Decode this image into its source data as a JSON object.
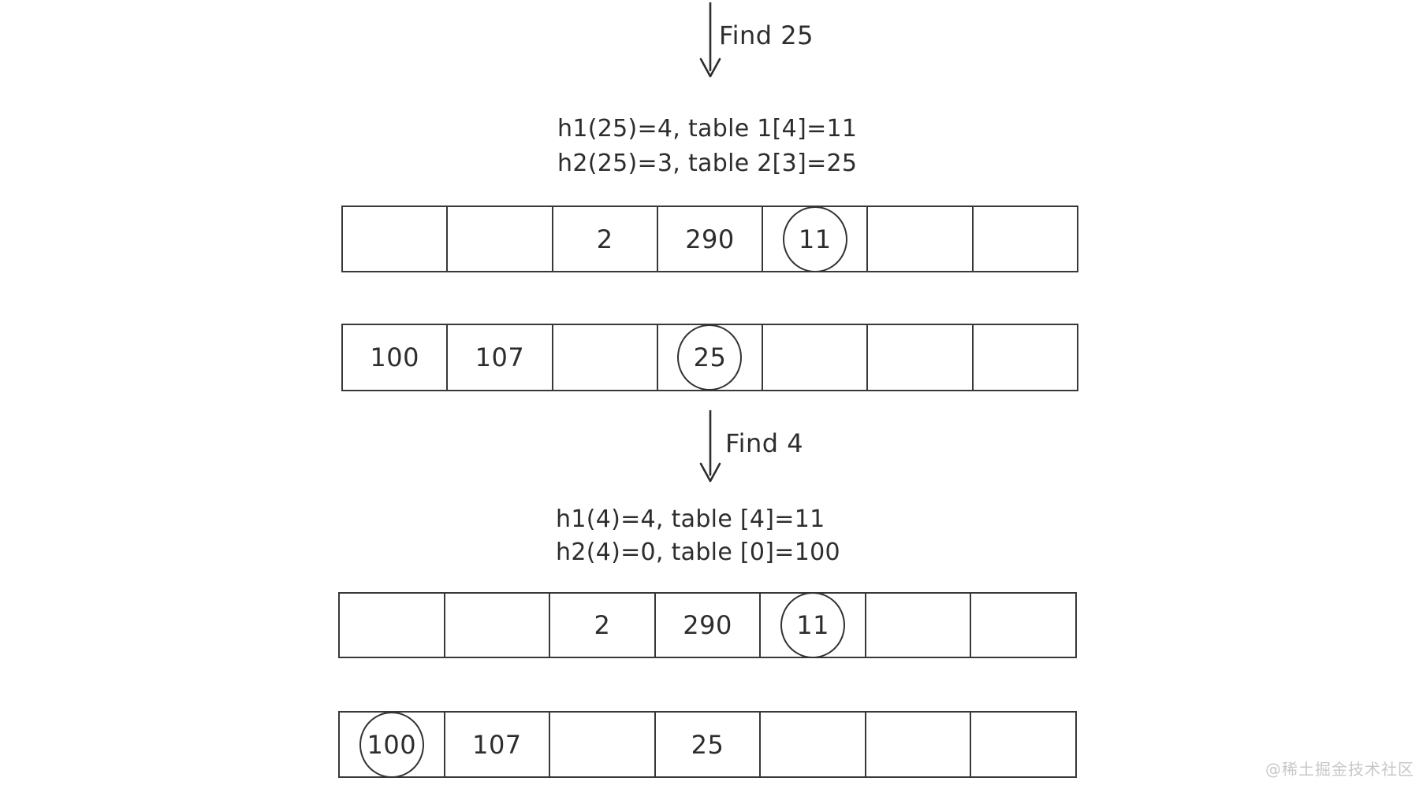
{
  "page": {
    "background": "#ffffff",
    "ink_color": "#2d2d2d",
    "watermark": "@稀土掘金技术社区",
    "watermark_color": "#c8c8c8"
  },
  "icons": {
    "arrow": "down-arrow"
  },
  "steps": [
    {
      "arrow_label": "Find 25",
      "formula_lines": [
        "h1(25)=4, table 1[4]=11",
        "h2(25)=3, table 2[3]=25"
      ],
      "tables": [
        {
          "cells": [
            {
              "value": "",
              "circled": false
            },
            {
              "value": "",
              "circled": false
            },
            {
              "value": "2",
              "circled": false
            },
            {
              "value": "290",
              "circled": false
            },
            {
              "value": "11",
              "circled": true
            },
            {
              "value": "",
              "circled": false
            },
            {
              "value": "",
              "circled": false
            }
          ]
        },
        {
          "cells": [
            {
              "value": "100",
              "circled": false
            },
            {
              "value": "107",
              "circled": false
            },
            {
              "value": "",
              "circled": false
            },
            {
              "value": "25",
              "circled": true
            },
            {
              "value": "",
              "circled": false
            },
            {
              "value": "",
              "circled": false
            },
            {
              "value": "",
              "circled": false
            }
          ]
        }
      ]
    },
    {
      "arrow_label": "Find 4",
      "formula_lines": [
        "h1(4)=4, table [4]=11",
        "h2(4)=0, table [0]=100"
      ],
      "tables": [
        {
          "cells": [
            {
              "value": "",
              "circled": false
            },
            {
              "value": "",
              "circled": false
            },
            {
              "value": "2",
              "circled": false
            },
            {
              "value": "290",
              "circled": false
            },
            {
              "value": "11",
              "circled": true
            },
            {
              "value": "",
              "circled": false
            },
            {
              "value": "",
              "circled": false
            }
          ]
        },
        {
          "cells": [
            {
              "value": "100",
              "circled": true
            },
            {
              "value": "107",
              "circled": false
            },
            {
              "value": "",
              "circled": false
            },
            {
              "value": "25",
              "circled": false
            },
            {
              "value": "",
              "circled": false
            },
            {
              "value": "",
              "circled": false
            },
            {
              "value": "",
              "circled": false
            }
          ]
        }
      ]
    }
  ]
}
